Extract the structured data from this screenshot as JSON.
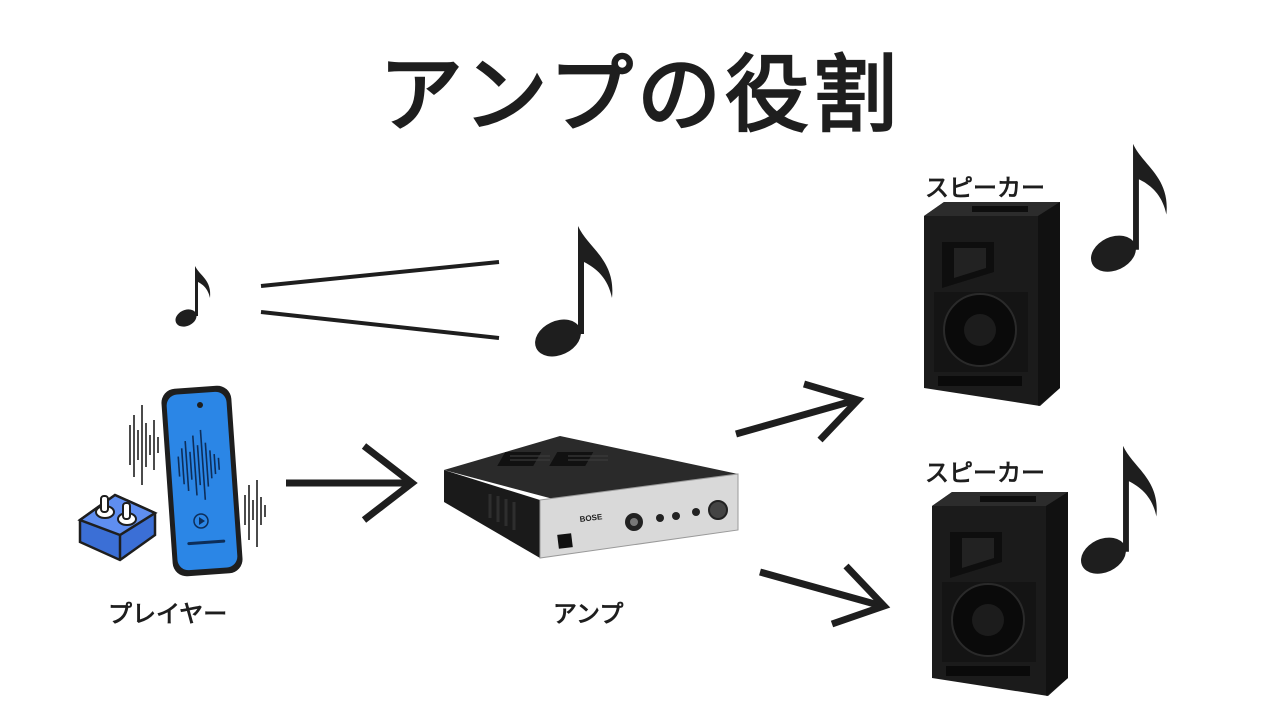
{
  "title": "アンプの役割",
  "labels": {
    "player": "プレイヤー",
    "amp": "アンプ",
    "speaker_top": "スピーカー",
    "speaker_bottom": "スピーカー"
  },
  "amp_panel": {
    "brand": "BOSE"
  },
  "colors": {
    "ink": "#1e1e1e",
    "phone_blue": "#2b86e6",
    "earbud_blue": "#3b6fd6",
    "amp_body": "#2a2a2a",
    "amp_panel": "#d9d9d9",
    "speaker_body": "#1b1b1b"
  },
  "icons": [
    "music-note-icon",
    "phone-icon",
    "earbuds-icon",
    "amplifier-icon",
    "speaker-icon",
    "arrow-icon"
  ]
}
